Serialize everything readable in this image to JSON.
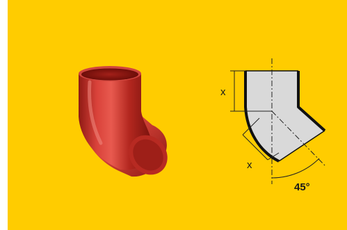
{
  "product": {
    "name_icon": "elbow-45-pipe-fitting-icon",
    "body_color": "#c9302a"
  },
  "diagram": {
    "dimension_x_top": "x",
    "dimension_x_bottom": "x",
    "angle_label": "45°"
  },
  "colors": {
    "background": "#ffcc00",
    "fitting_fill": "#d9d9d9",
    "outline": "#111111"
  }
}
